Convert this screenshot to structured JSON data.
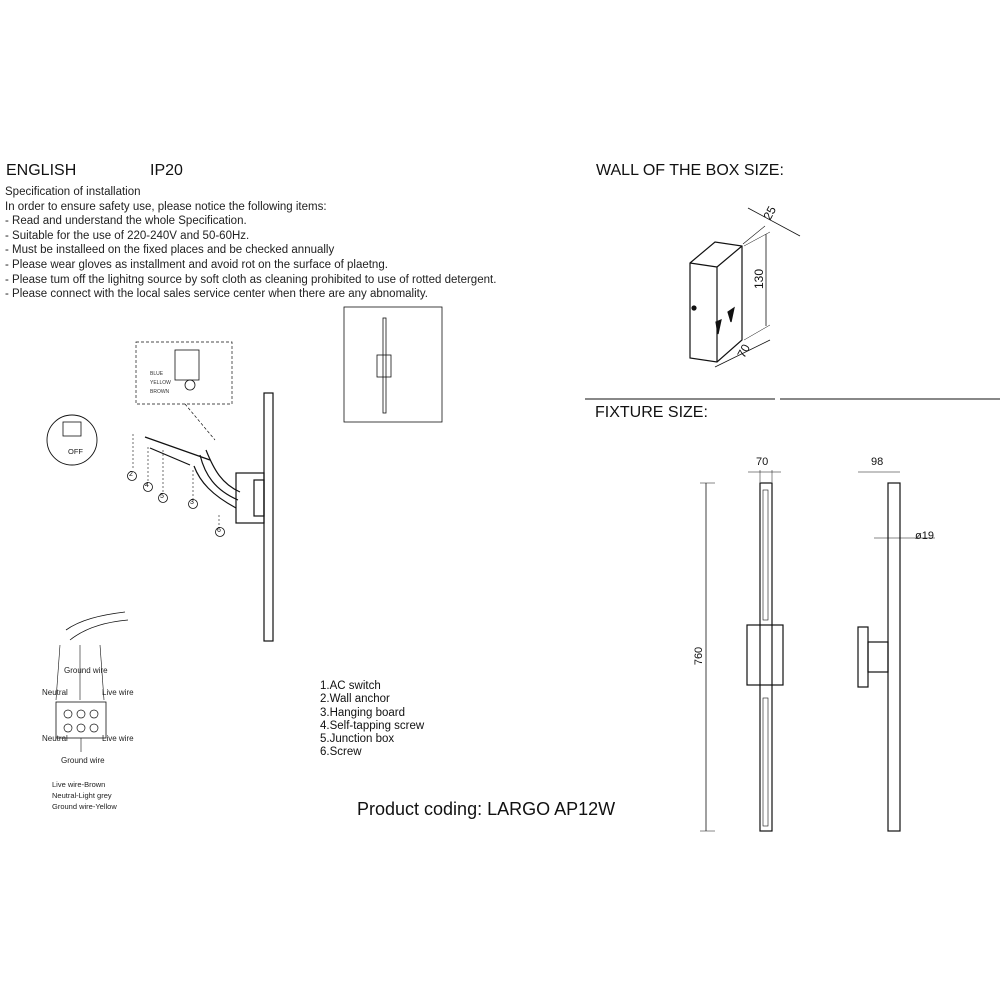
{
  "header": {
    "language": "ENGLISH",
    "ip_rating": "IP20"
  },
  "spec": {
    "title": "Specification of installation",
    "intro": "In order to ensure safety use, please notice the following items:",
    "items": [
      "- Read and understand the whole Specification.",
      "- Suitable for the use of 220-240V and 50-60Hz.",
      "- Must be installeed on the fixed places and be checked annually",
      "- Please wear gloves as installment and avoid rot on the surface of plaetng.",
      "- Please tum off the lighitng source by soft cloth as cleaning prohibited to use of rotted detergent.",
      "- Please connect with the local sales service center when there are any abnomality."
    ]
  },
  "box_section": {
    "title": "WALL OF THE BOX SIZE:",
    "dims": {
      "depth": "25",
      "height": "130",
      "width": "70"
    }
  },
  "fixture_section": {
    "title": "FIXTURE SIZE:",
    "dims": {
      "width_front": "70",
      "depth_side": "98",
      "diameter": "ø19",
      "length": "760"
    }
  },
  "parts_list": [
    "1.AC switch",
    "2.Wall anchor",
    "3.Hanging board",
    "4.Self-tapping screw",
    "5.Junction box",
    "6.Screw"
  ],
  "switch_label": "OFF",
  "wire_colors_callout": [
    "BLUE",
    "YELLOW",
    "BROWN"
  ],
  "wiring_diagram": {
    "ground_top": "Ground wire",
    "neutral_top": "Neutral",
    "live_top": "Live wire",
    "neutral_bottom": "Neutral",
    "live_bottom": "Live wire",
    "ground_bottom": "Ground wire"
  },
  "wire_legend": [
    "Live wire-Brown",
    "Neutral-Light grey",
    "Ground wire-Yellow"
  ],
  "product_coding": "Product coding: LARGO AP12W",
  "part_numbers": [
    "1",
    "2",
    "3",
    "4",
    "5",
    "6"
  ]
}
